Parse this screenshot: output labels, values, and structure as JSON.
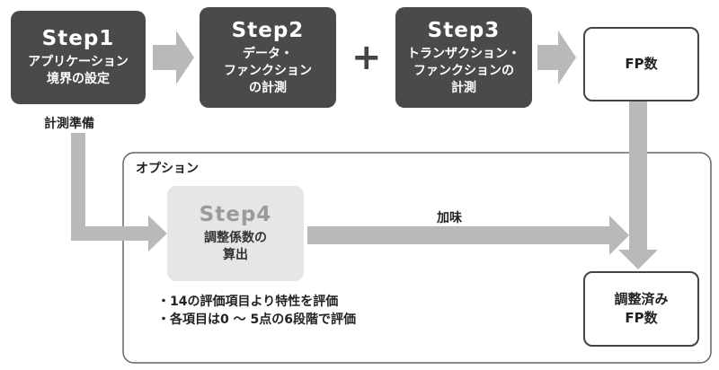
{
  "steps": [
    {
      "title": "Step1",
      "text": "アプリケーション\n境界の設定"
    },
    {
      "title": "Step2",
      "text": "データ・\nファンクション\nの計測"
    },
    {
      "title": "Step3",
      "text": "トランザクション・\nファンクションの\n計測"
    },
    {
      "title": "Step4",
      "text": "調整係数の\n算出"
    }
  ],
  "operator": "+",
  "result_fp": "FP数",
  "result_adjusted": "調整済み\nFP数",
  "prep_label": "計測準備",
  "option_label": "オプション",
  "add_label": "加味",
  "notes": [
    "・14の評価項目より特性を評価",
    "・各項目は0 〜 5点の6段階で評価"
  ],
  "colors": {
    "dark_box": "#4a4a4a",
    "light_box": "#e6e6e6",
    "arrow": "#b9b9b9"
  }
}
